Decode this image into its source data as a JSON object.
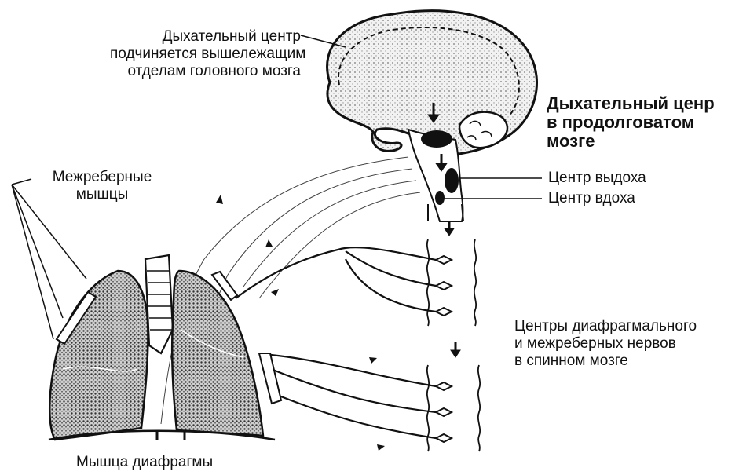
{
  "labels": {
    "higher_brain": [
      "Дыхательный центр",
      "подчиняется вышележащим",
      "отделам головного мозга"
    ],
    "medulla_center": [
      "Дыхательный ценр",
      "в продолговатом",
      "мозге"
    ],
    "exhale_center": "Центр выдоха",
    "inhale_center": "Центр вдоха",
    "intercostal_muscles": [
      "Межреберные",
      "мышцы"
    ],
    "spinal_centers": [
      "Центры диафрагмального",
      "и межреберных нервов",
      "в спинном мозге"
    ],
    "diaphragm_muscle": "Мышца диафрагмы"
  },
  "colors": {
    "ink": "#111111",
    "fill_light": "#e8e8e8",
    "fill_dark": "#555555",
    "background": "#ffffff"
  }
}
